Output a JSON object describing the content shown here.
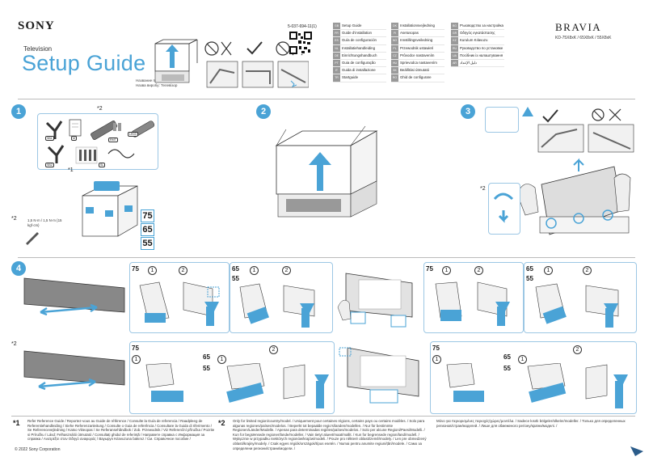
{
  "header": {
    "brand": "SONY",
    "doc_type": "Television",
    "title": "Setup Guide",
    "subtitle_lines": [
      "Название продукта: Телевизор",
      "Назва виробу: Телевізор"
    ],
    "part_number": "5-037-694-11(1)",
    "series": "BRAVIA",
    "models": "KD-75X8xK / 65X8xK / 55X8xK"
  },
  "languages": {
    "col1": [
      {
        "code": "GB",
        "name": "Setup Guide"
      },
      {
        "code": "FR",
        "name": "Guide d'installation"
      },
      {
        "code": "ES",
        "name": "Guía de configuración"
      },
      {
        "code": "NL",
        "name": "Installatiehandleiding"
      },
      {
        "code": "DE",
        "name": "Einrichtungshandbuch"
      },
      {
        "code": "PT",
        "name": "Guia de configuração"
      },
      {
        "code": "IT",
        "name": "Guida di installazione"
      },
      {
        "code": "TR",
        "name": "Startguide"
      }
    ],
    "col2": [
      {
        "code": "DK",
        "name": "Installationsvejledning"
      },
      {
        "code": "FI",
        "name": "Asetusopas"
      },
      {
        "code": "NO",
        "name": "Innstillingsveiledning"
      },
      {
        "code": "PL",
        "name": "Przewodnik ustawień"
      },
      {
        "code": "CZ",
        "name": "Průvodce nastavením"
      },
      {
        "code": "HU",
        "name": "Sprievodca nastavením"
      },
      {
        "code": "SK",
        "name": "Beállítási útmutató"
      },
      {
        "code": "RO",
        "name": "Ghid de configurare"
      }
    ],
    "col3": [
      {
        "code": "BG",
        "name": "Ръководство за настройка"
      },
      {
        "code": "GR",
        "name": "Οδηγός εγκατάστασης"
      },
      {
        "code": "KZ",
        "name": "Kurulum Kılavuzu"
      },
      {
        "code": "RU",
        "name": "Руководство по установке"
      },
      {
        "code": "UA",
        "name": "Посібник із налаштування"
      },
      {
        "code": "AR",
        "name": "دليل الإعداد"
      },
      {
        "code": "",
        "name": ""
      },
      {
        "code": "",
        "name": ""
      }
    ]
  },
  "steps": [
    "1",
    "2",
    "3",
    "4"
  ],
  "parts": {
    "labels": [
      "SB1",
      "SB2",
      "M",
      "RMT",
      "LR03",
      "SL"
    ],
    "asterisks": [
      "*2",
      "*1"
    ],
    "torque": "1,5 N·m / 1,5 N·m {15 kgf·cm}"
  },
  "sizes": [
    "75",
    "65",
    "55"
  ],
  "step4_sizes": {
    "a": "75",
    "b": "65",
    "c": "55"
  },
  "substeps": [
    "1",
    "2"
  ],
  "footnotes": {
    "mark1": "*1",
    "text1": "Refer Reference Guide / Reportez-vous au Guide de référence / Consulte la Guía de referencia / Raadpleeg de Referentiehandleiding / Siehe Referenzanleitung / Consulte o Guia de referência / Consultare la Guida di riferimento / Se Referencevejledning / Katso Viiteopas / Se Referansehåndbok / Zob. Przewodnik / Viz Referenční příručka / Pozrite si Príručku / Lásd: Felhasználói útmutató / Consultați ghidul de referință / Направете справка с Информация за справка / Ανατρέξτε στον Οδηγό αναφοράς / Вауыруn Kılavuzuna bakınız / См. Справочное пособие /",
    "copyright": "© 2022 Sony Corporation",
    "mark2": "*2",
    "text2": "Only for limited region/country/model. / Uniquement pour certaines régions, certains pays ou certains modèles. / Solo para algunas regiones/países/modelos. / Beperkt tot bepaalde regio's/landen/modellen. / Nur für bestimmte Regionen/Länder/Modelle. / Apenas para determinadas regiões/países/modelos. / Solo per alcune Regioni/Paesi/Modelli. / Kun for begrænsede regioner/lande/modeller. / Vain tietyt alueet/maat/mallit. / Kun for begrensede region/land/modell. / Wyłącznie w przypadku niektórych regionów/krajów/modeli. / Pouze pro některé oblasti/země/modely. / Len pre obmedzený oblasti/krajiny/modely. / Csak egyes régiók/országok/típus esetén. / Numai pentru anumite regiuni/țări/modele. / Само за определени региони/страни/модели. /",
    "text3": "Μόνο για περιορισμένες περιοχές/χώρες/μοντέλα. / Sadece kısıtlı bölgeler/ülkeler/modeller. / Только для определенных регионов/стран/моделей. / Лише для обмеженого регіону/країни/моделі. /"
  },
  "colors": {
    "accent": "#4aa3d6",
    "text": "#1a1a1a"
  },
  "icons": [
    "qr-code-icon",
    "warning-icon",
    "prohibited-icon",
    "check-icon",
    "arrow-up-icon",
    "page-corner-icon"
  ]
}
